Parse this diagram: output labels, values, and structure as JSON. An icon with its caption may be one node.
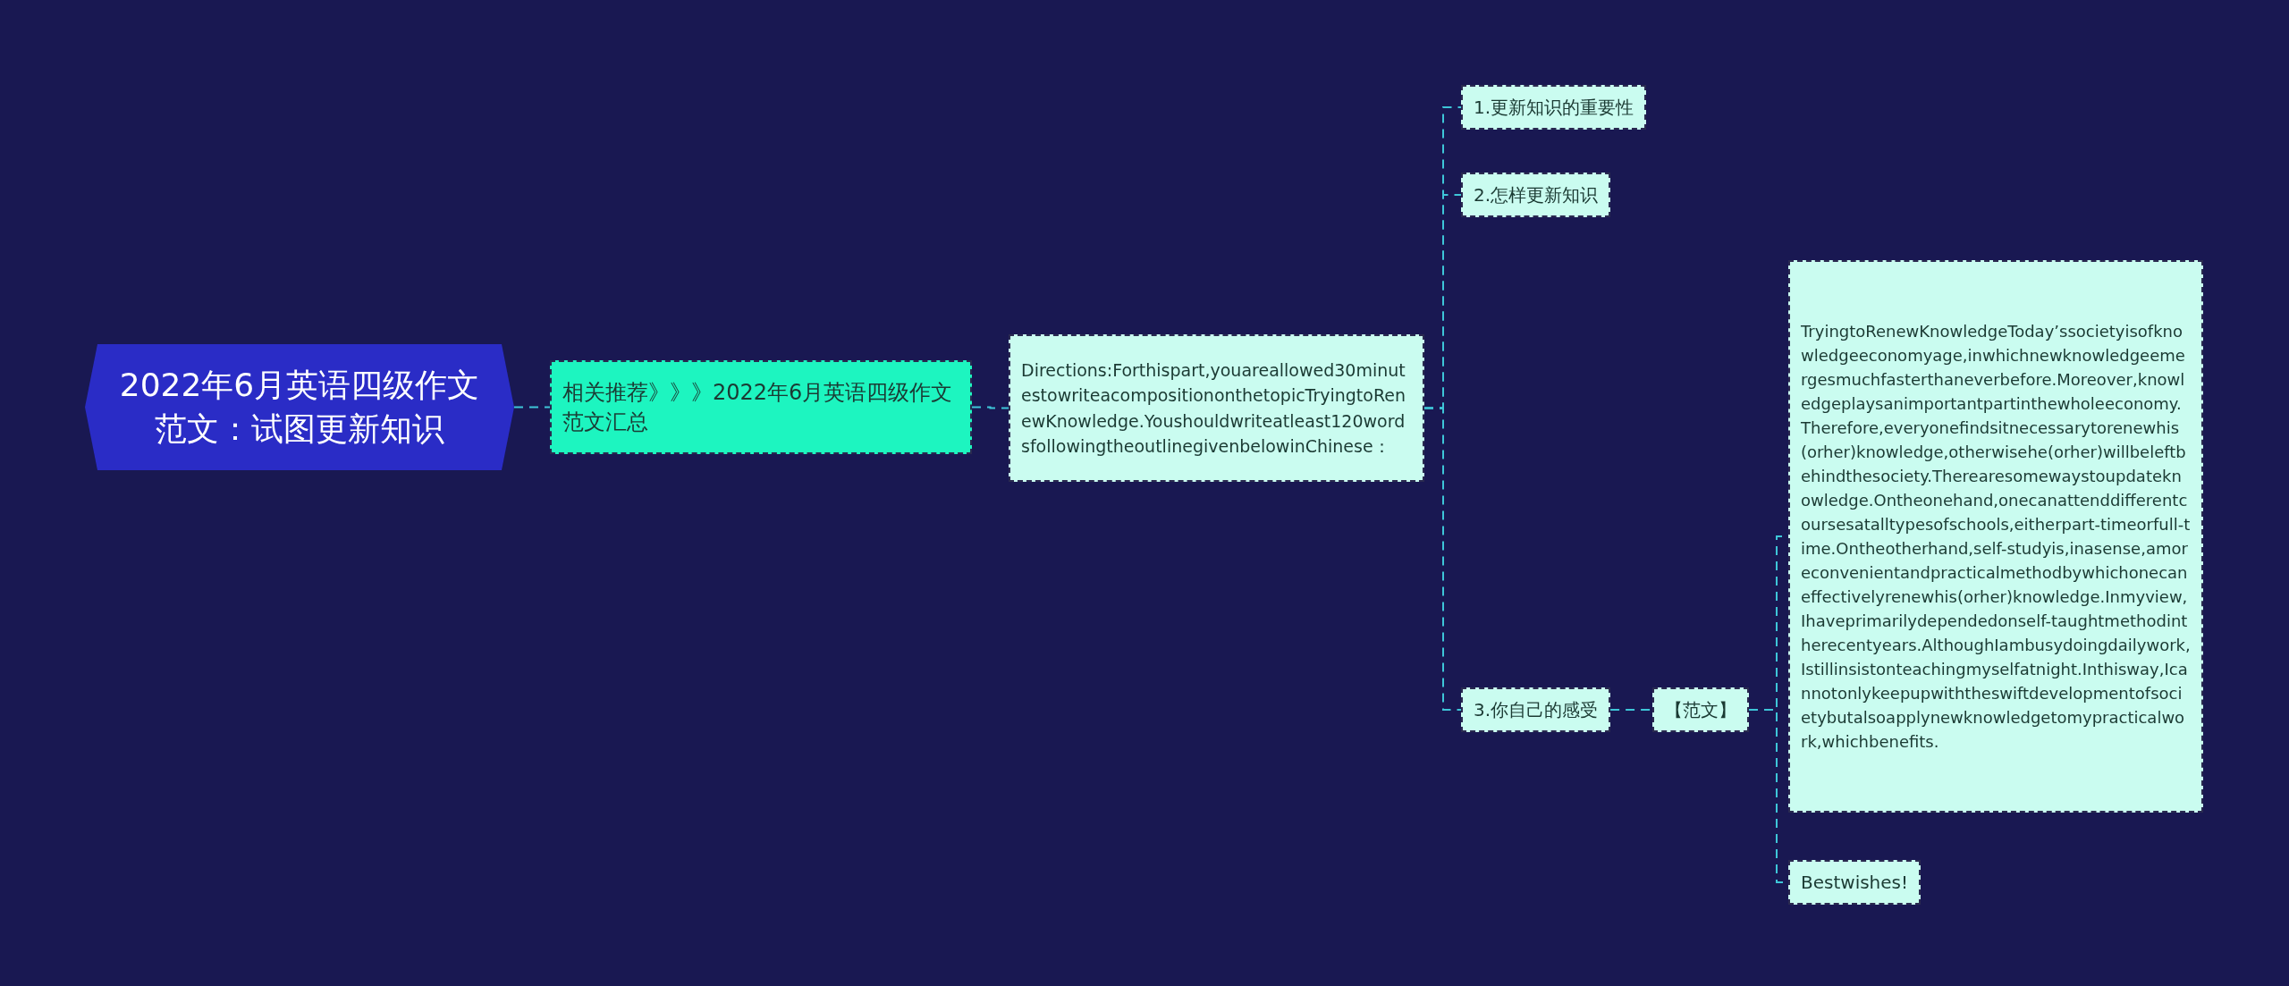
{
  "diagram": {
    "nodes": [
      {
        "text": [
          "2022年6月英语四级作文范文：试图更新知识"
        ]
      },
      {
        "text": [
          "相关推荐》》》2022年6月英语四级作文范文汇总"
        ]
      },
      {
        "text": [
          "Directions:Forthispart,youareallowed30minutestowriteacompositiononthetopicTryingtoRenewKnowledge.Youshouldwriteatleast120wordsfollowingtheoutlinegivenbelowinChinese："
        ]
      },
      {
        "text": [
          "1.更新知识的重要性"
        ]
      },
      {
        "text": [
          "2.怎样更新知识"
        ]
      },
      {
        "text": [
          "3.你自己的感受"
        ]
      },
      {
        "text": [
          "【范文】"
        ]
      },
      {
        "text": [
          "TryingtoRenewKnowledgeToday’ssocietyisofknowledgeeconomyage,inwhichnewknowledgeemergesmuchfasterthaneverbefore.Moreover,knowledgeplaysanimportantpartinthewholeeconomy.Therefore,everyonefindsitnecessarytorenewhis(orher)knowledge,otherwisehe(orher)willbeleftbehindthesociety.Therearesomewaystoupdateknowledge.Ontheonehand,onecanattenddifferentcoursesatalltypesofschools,eitherpart-timeorfull-time.Ontheotherhand,self-studyis,inasense,amoreconvenientandpracticalmethodbywhichonecaneffectivelyrenewhis(orher)knowledge.Inmyview,Ihaveprimarilydependedonself-taughtmethodintherecentyears.AlthoughIambusydoingdailywork,Istillinsistonteachingmyselfatnight.Inthisway,Icannotonlykeepupwiththeswiftdevelopmentofsocietybutalsoapplynewknowledgetomypracticalwork,whichbenefits."
        ]
      },
      {
        "text": [
          "Bestwishes!"
        ]
      }
    ],
    "edges": [
      {
        "from": 0,
        "to": 1,
        "arrow": "none"
      },
      {
        "from": 1,
        "to": 2,
        "arrow": "none"
      },
      {
        "from": 2,
        "to": 3,
        "arrow": "none"
      },
      {
        "from": 2,
        "to": 4,
        "arrow": "none"
      },
      {
        "from": 2,
        "to": 5,
        "arrow": "none"
      },
      {
        "from": 5,
        "to": 6,
        "arrow": "none"
      },
      {
        "from": 6,
        "to": 7,
        "arrow": "none"
      },
      {
        "from": 6,
        "to": 8,
        "arrow": "none"
      }
    ]
  }
}
